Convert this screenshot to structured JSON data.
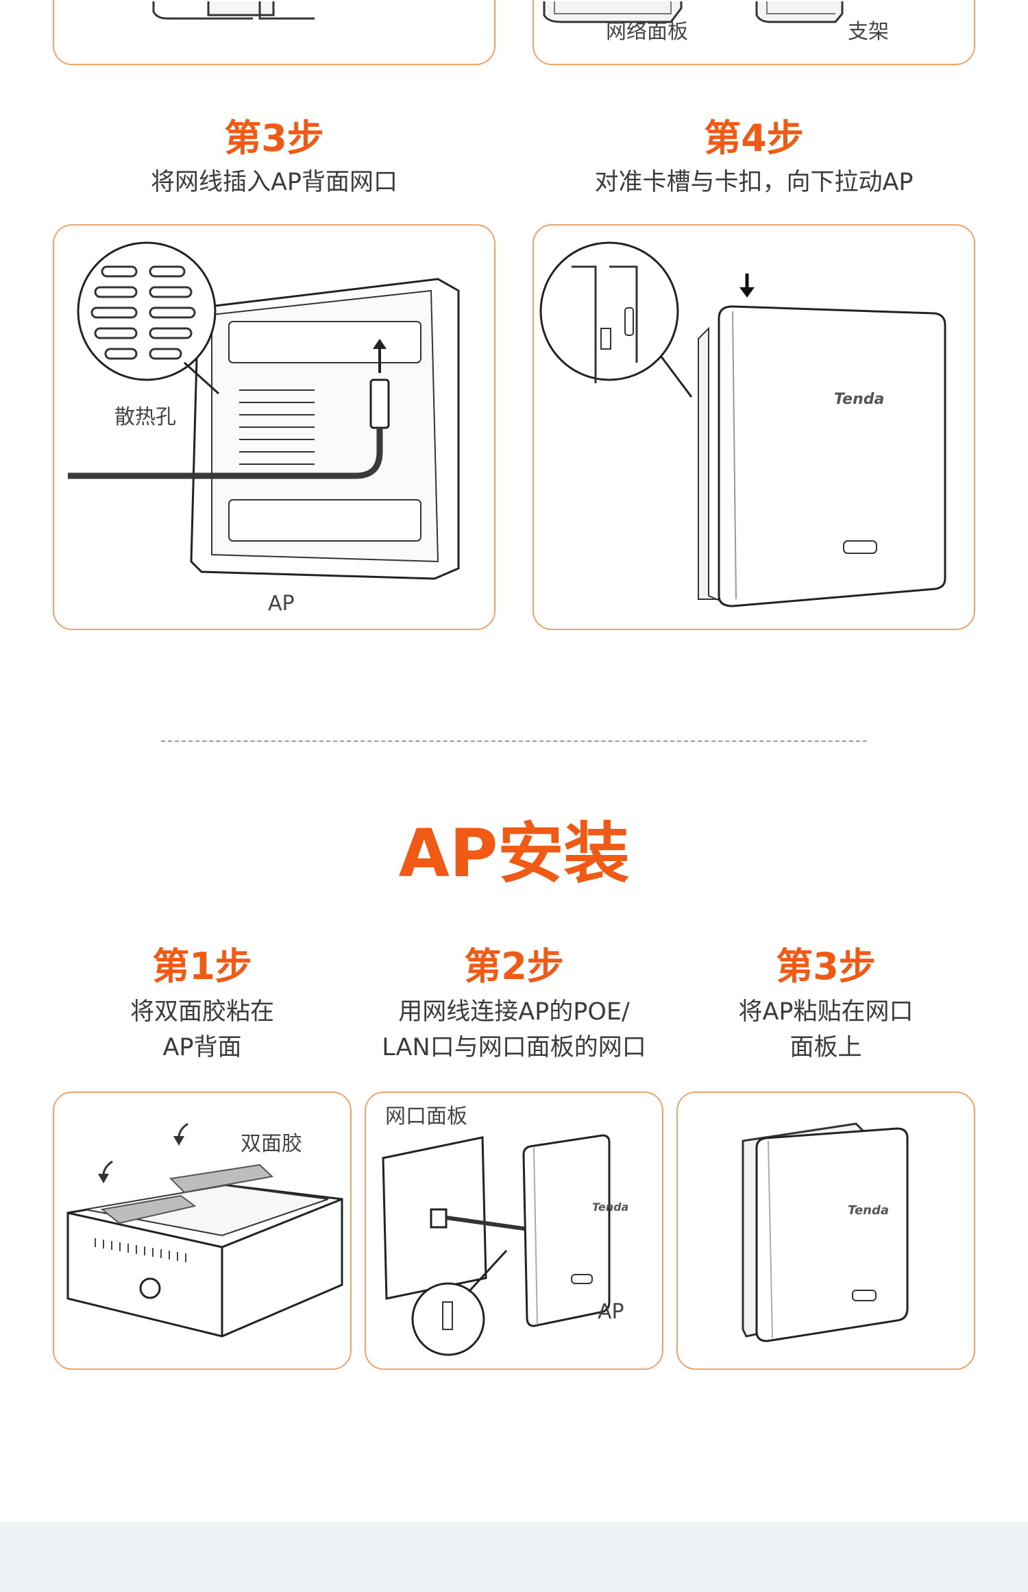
{
  "top_row": {
    "left_label": "",
    "panel_label": "网络面板",
    "bracket_label": "支架"
  },
  "panel_steps": [
    {
      "title": "第3步",
      "desc": "将网线插入AP背面网口",
      "labels": [
        "散热孔",
        "AP"
      ]
    },
    {
      "title": "第4步",
      "desc": "对准卡槽与卡扣，向下拉动AP",
      "labels": [
        "Tenda"
      ]
    }
  ],
  "section": {
    "title": "AP安装"
  },
  "ap_steps": [
    {
      "title": "第1步",
      "desc_line1": "将双面胶粘在",
      "desc_line2": "AP背面",
      "labels": [
        "双面胶"
      ]
    },
    {
      "title": "第2步",
      "desc_line1": "用网线连接AP的POE/",
      "desc_line2": "LAN口与网口面板的网口",
      "labels": [
        "网口面板",
        "AP",
        "Tenda"
      ]
    },
    {
      "title": "第3步",
      "desc_line1": "将AP粘贴在网口",
      "desc_line2": "面板上",
      "labels": [
        "Tenda"
      ]
    }
  ],
  "colors": {
    "accent": "#f05a14",
    "frame": "#f0a36b",
    "footer": "#eef1f6"
  }
}
